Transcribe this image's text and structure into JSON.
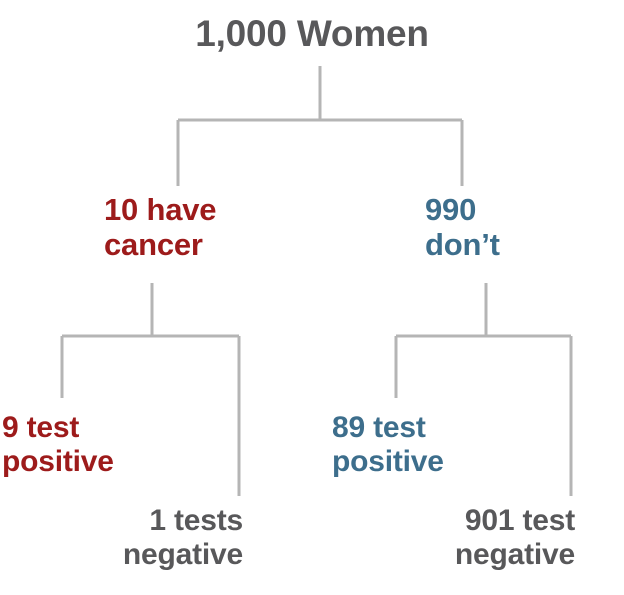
{
  "diagram": {
    "title": "1,000 Women",
    "type": "probability-tree",
    "line_color": "#b5b5b5",
    "colors": {
      "neutral": "#58585a",
      "cancer": "#9d1b1b",
      "no_cancer": "#3d6e8c"
    },
    "nodes": {
      "root": {
        "label": "1,000 Women",
        "value": 1000,
        "color": "#58585a"
      },
      "cancer": {
        "label": "10 have\ncancer",
        "value": 10,
        "color": "#9d1b1b"
      },
      "no_cancer": {
        "label": "990\ndon’t",
        "value": 990,
        "color": "#3d6e8c"
      },
      "cancer_positive": {
        "label": "9 test\npositive",
        "value": 9,
        "color": "#9d1b1b"
      },
      "cancer_negative": {
        "label": "1 tests\nnegative",
        "value": 1,
        "color": "#58585a"
      },
      "no_cancer_positive": {
        "label": "89 test\npositive",
        "value": 89,
        "color": "#3d6e8c"
      },
      "no_cancer_negative": {
        "label": "901 test\nnegative",
        "value": 901,
        "color": "#58585a"
      }
    }
  }
}
